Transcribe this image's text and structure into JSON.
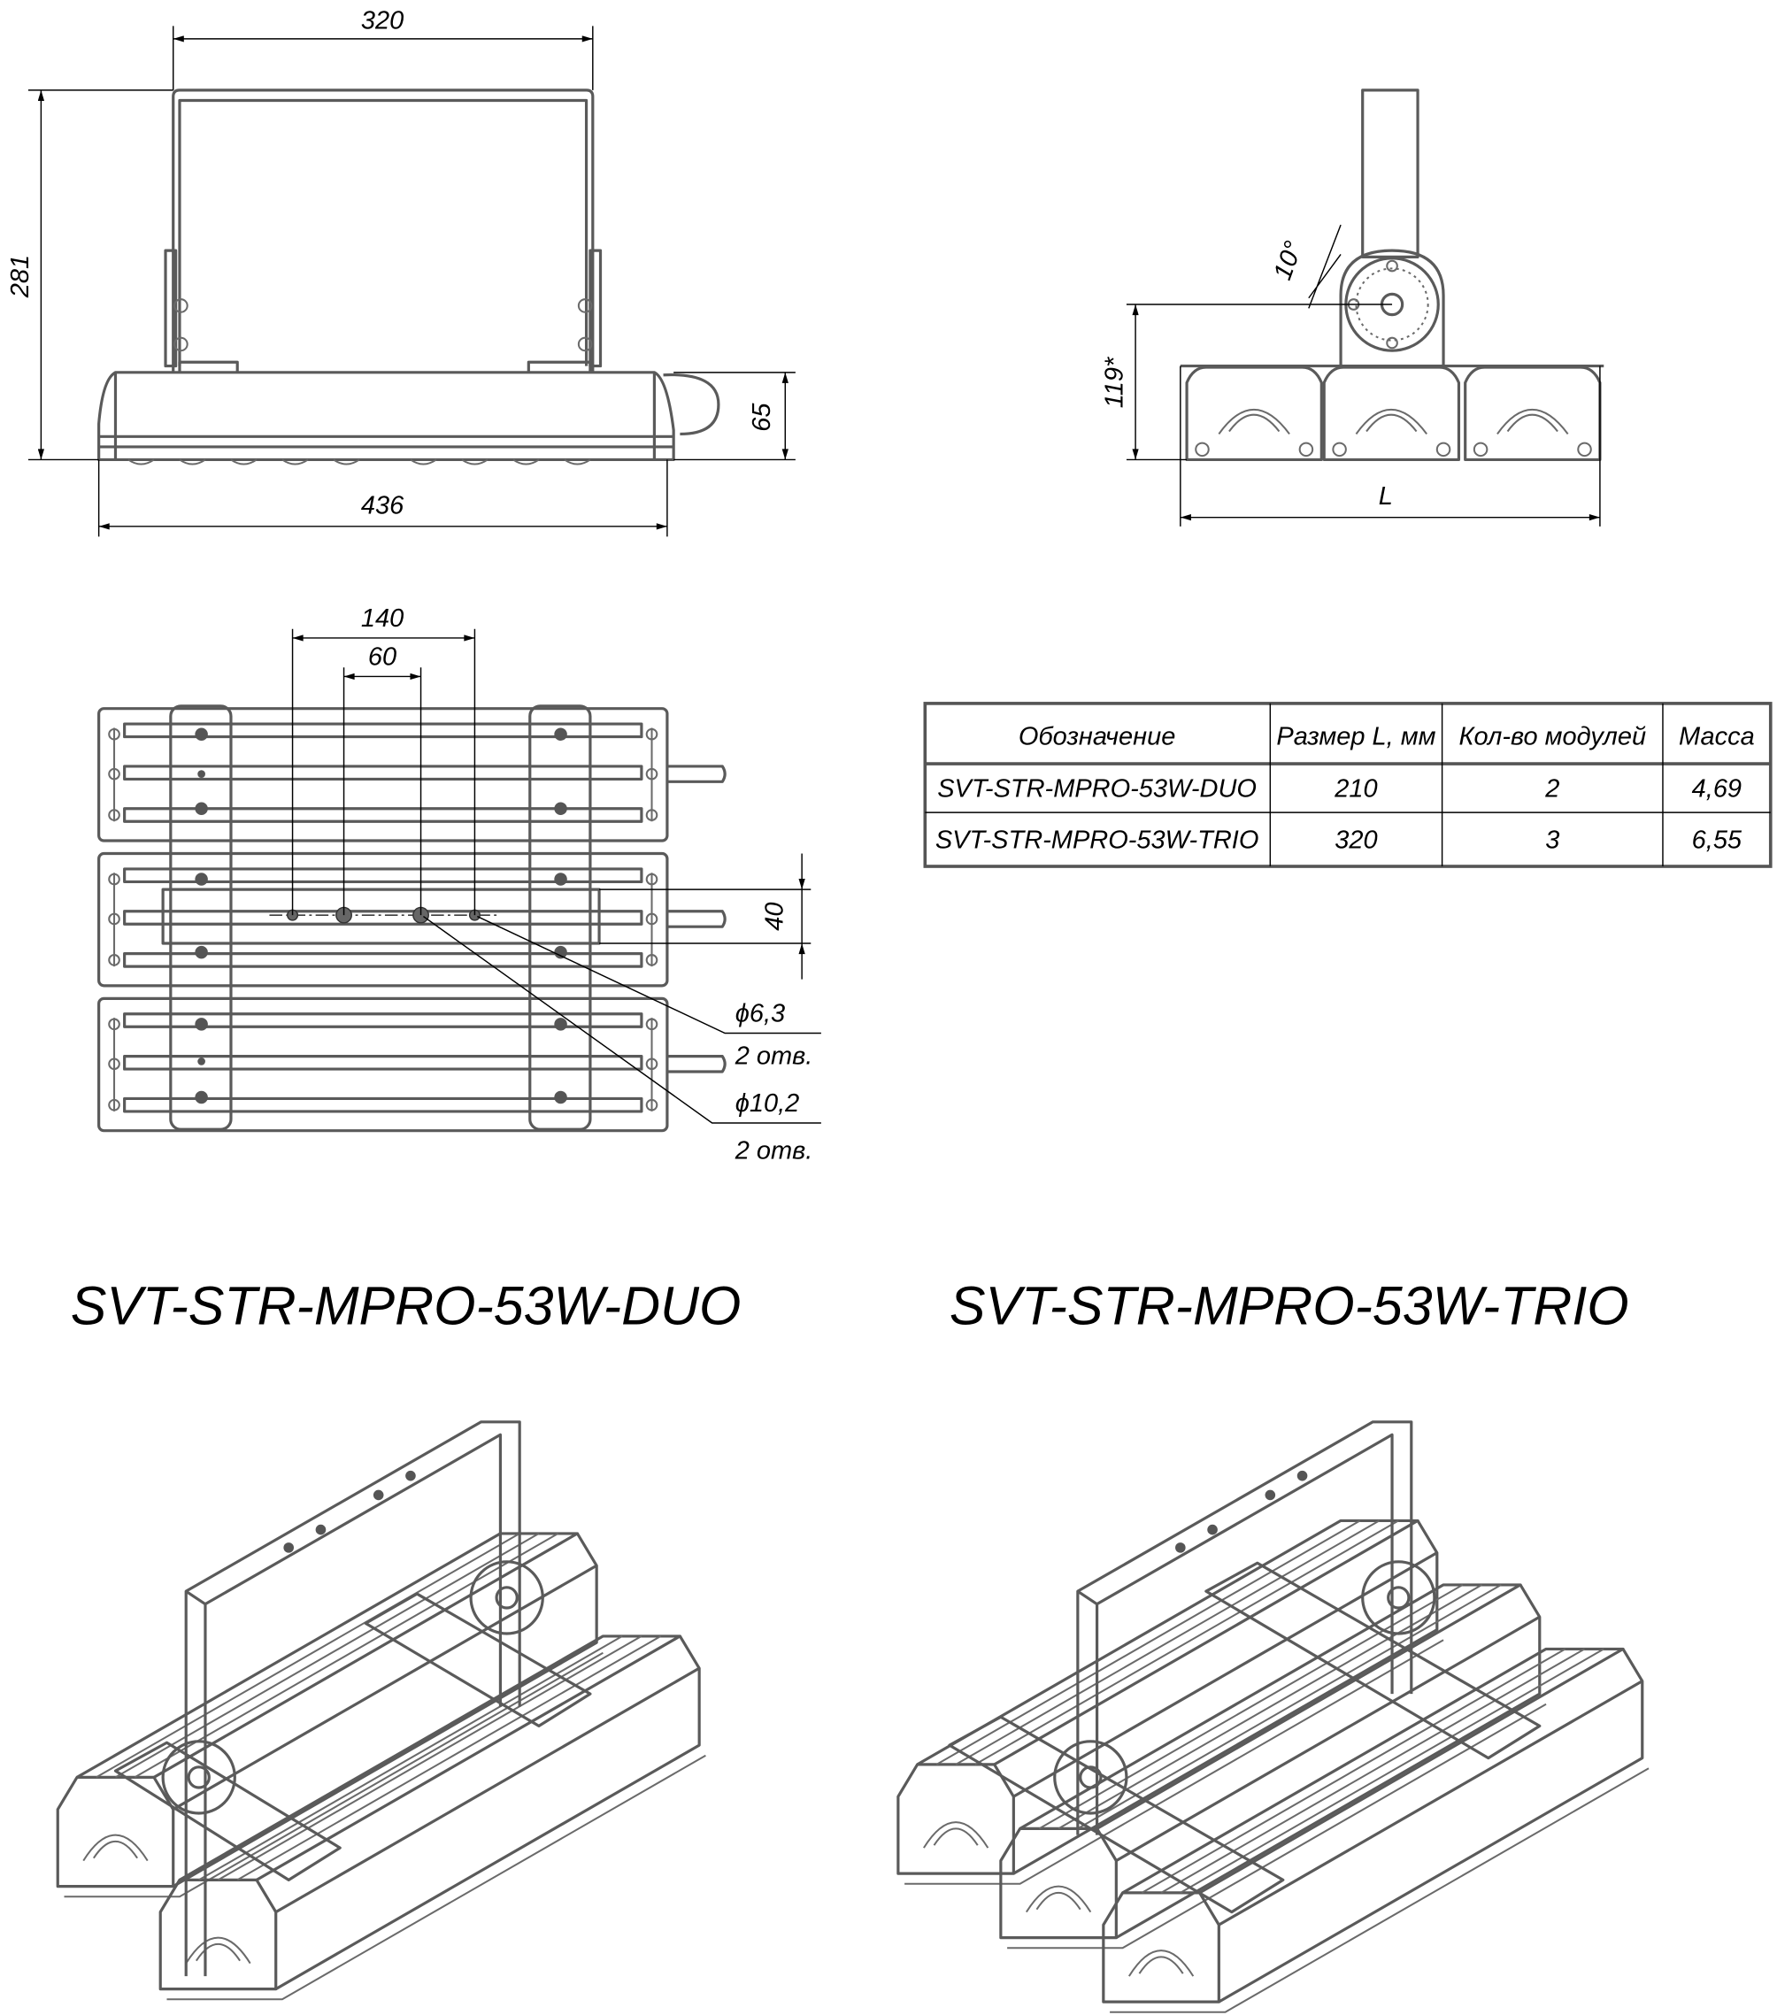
{
  "front_view": {
    "dim_bracket_width": "320",
    "dim_total_height": "281",
    "dim_body_height": "65",
    "dim_body_length": "436"
  },
  "side_view": {
    "dim_angle": "10°",
    "dim_axis_height": "119*",
    "dim_length": "L"
  },
  "top_view": {
    "dim_hole_spacing_outer": "140",
    "dim_hole_spacing_inner": "60",
    "dim_strap_width": "40",
    "small_hole_diameter": "ϕ6,3",
    "small_hole_count": "2 отв.",
    "large_hole_diameter": "ϕ10,2",
    "large_hole_count": "2 отв."
  },
  "spec_table": {
    "headers": [
      "Обозначение",
      "Размер L, мм",
      "Кол-во модулей",
      "Масса"
    ],
    "rows": [
      [
        "SVT-STR-MPRO-53W-DUO",
        "210",
        "2",
        "4,69"
      ],
      [
        "SVT-STR-MPRO-53W-TRIO",
        "320",
        "3",
        "6,55"
      ]
    ]
  },
  "iso_views": {
    "duo_title": "SVT-STR-MPRO-53W-DUO",
    "trio_title": "SVT-STR-MPRO-53W-TRIO"
  }
}
